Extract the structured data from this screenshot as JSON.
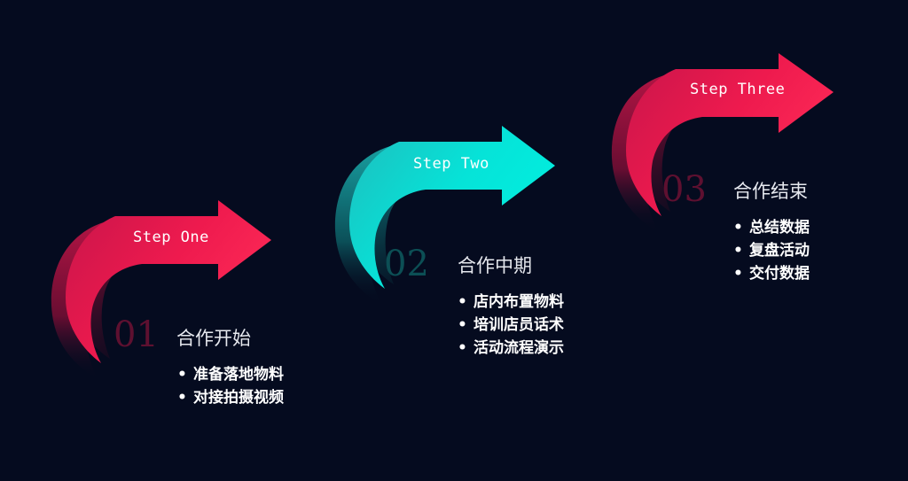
{
  "colors": {
    "background": "#050b1f",
    "red_accent": "#ec1b4c",
    "teal_accent": "#00e5d6"
  },
  "steps": [
    {
      "label": "Step One",
      "number": "01",
      "title": "合作开始",
      "items": [
        "准备落地物料",
        "对接拍摄视频"
      ]
    },
    {
      "label": "Step Two",
      "number": "02",
      "title": "合作中期",
      "items": [
        "店内布置物料",
        "培训店员话术",
        "活动流程演示"
      ]
    },
    {
      "label": "Step Three",
      "number": "03",
      "title": "合作结束",
      "items": [
        "总结数据",
        "复盘活动",
        "交付数据"
      ]
    }
  ]
}
